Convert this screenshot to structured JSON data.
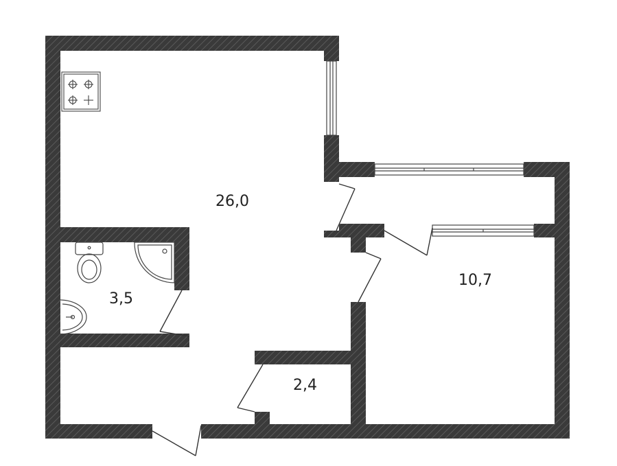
{
  "rooms": [
    {
      "id": "main",
      "area_label": "26,0"
    },
    {
      "id": "bathroom",
      "area_label": "3,5"
    },
    {
      "id": "storage",
      "area_label": "2,4"
    },
    {
      "id": "bedroom",
      "area_label": "10,7"
    }
  ],
  "fixtures": [
    "stove-icon",
    "toilet-icon",
    "shower-icon",
    "sink-icon"
  ],
  "colors": {
    "wall": "#3a3a3a",
    "hatch": "#5a5a5a",
    "line": "#333333",
    "background": "#ffffff"
  }
}
